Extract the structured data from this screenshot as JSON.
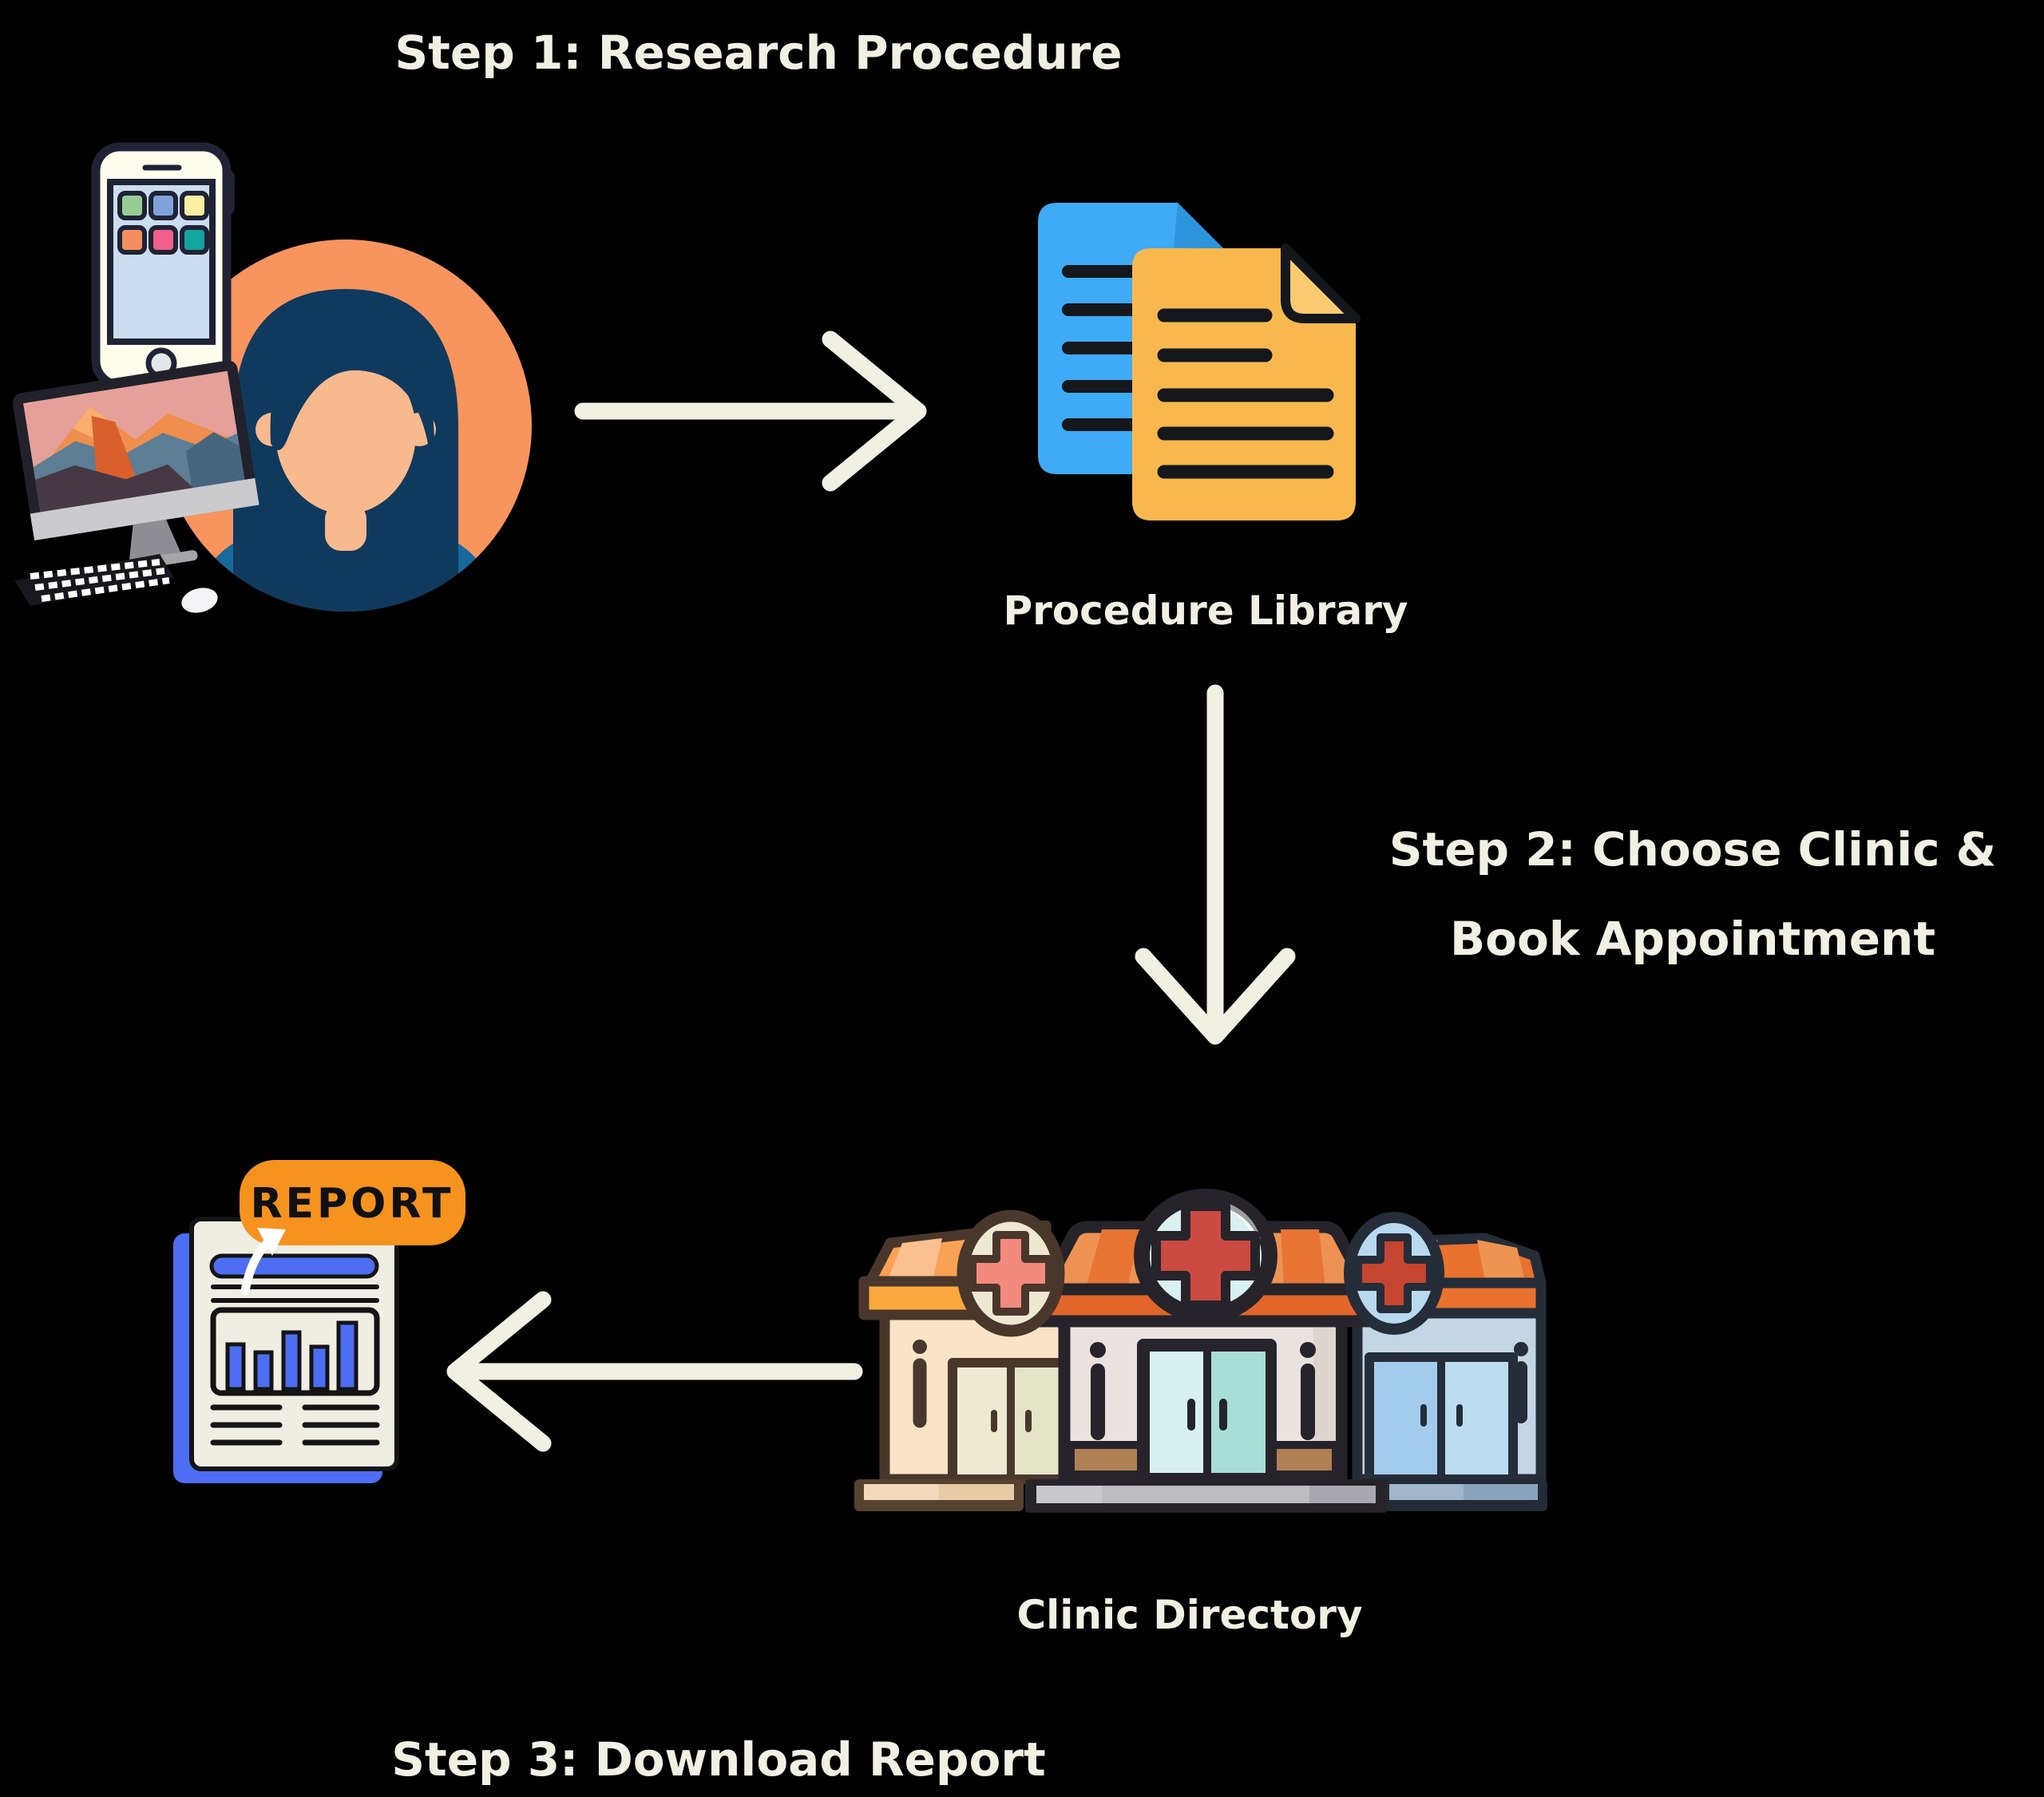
{
  "steps": {
    "step1": "Step 1: Research Procedure",
    "step2_line1": "Step 2: Choose Clinic &",
    "step2_line2": "Book Appointment",
    "step3": "Step 3: Download Report"
  },
  "labels": {
    "procedure_library": "Procedure Library",
    "clinic_directory": "Clinic Directory",
    "report_badge": "REPORT"
  },
  "flow": [
    {
      "from": "user-devices",
      "to": "procedure-library",
      "step": "Step 1: Research Procedure"
    },
    {
      "from": "procedure-library",
      "to": "clinic-directory",
      "step": "Step 2: Choose Clinic & Book Appointment"
    },
    {
      "from": "clinic-directory",
      "to": "report",
      "step": "Step 3: Download Report"
    }
  ],
  "icons": [
    {
      "name": "user-devices-icon",
      "depicts": "woman avatar with smartphone, desktop computer, keyboard and mouse"
    },
    {
      "name": "procedure-library-icon",
      "depicts": "two overlapping documents, blue behind and amber in front, with folded corners and text lines"
    },
    {
      "name": "clinic-directory-icon",
      "depicts": "three storefront clinic buildings with striped awnings and medical cross signs"
    },
    {
      "name": "report-icon",
      "depicts": "report document with bar chart, blue back sheet, orange REPORT badge and white arrow"
    },
    {
      "name": "arrow-right-icon",
      "depicts": "flow arrow user to procedure library"
    },
    {
      "name": "arrow-down-icon",
      "depicts": "flow arrow procedure library to clinic directory"
    },
    {
      "name": "arrow-left-icon",
      "depicts": "flow arrow clinic directory to report"
    }
  ],
  "colors": {
    "background": "#000000",
    "text_cream": "#F2EFE3",
    "arrow_cream": "#F2EFE3",
    "badge_orange": "#F6921E",
    "doc_blue": "#3FAAF5",
    "doc_amber": "#F8B84E",
    "report_blue": "#4D6EF2",
    "avatar_circle_orange": "#F8945E",
    "hair_navy": "#0F3A5E",
    "shirt_blue": "#17689B",
    "skin_peach": "#F9B98E",
    "awning_orange": "#E2662A",
    "cross_red": "#CB4B42"
  }
}
